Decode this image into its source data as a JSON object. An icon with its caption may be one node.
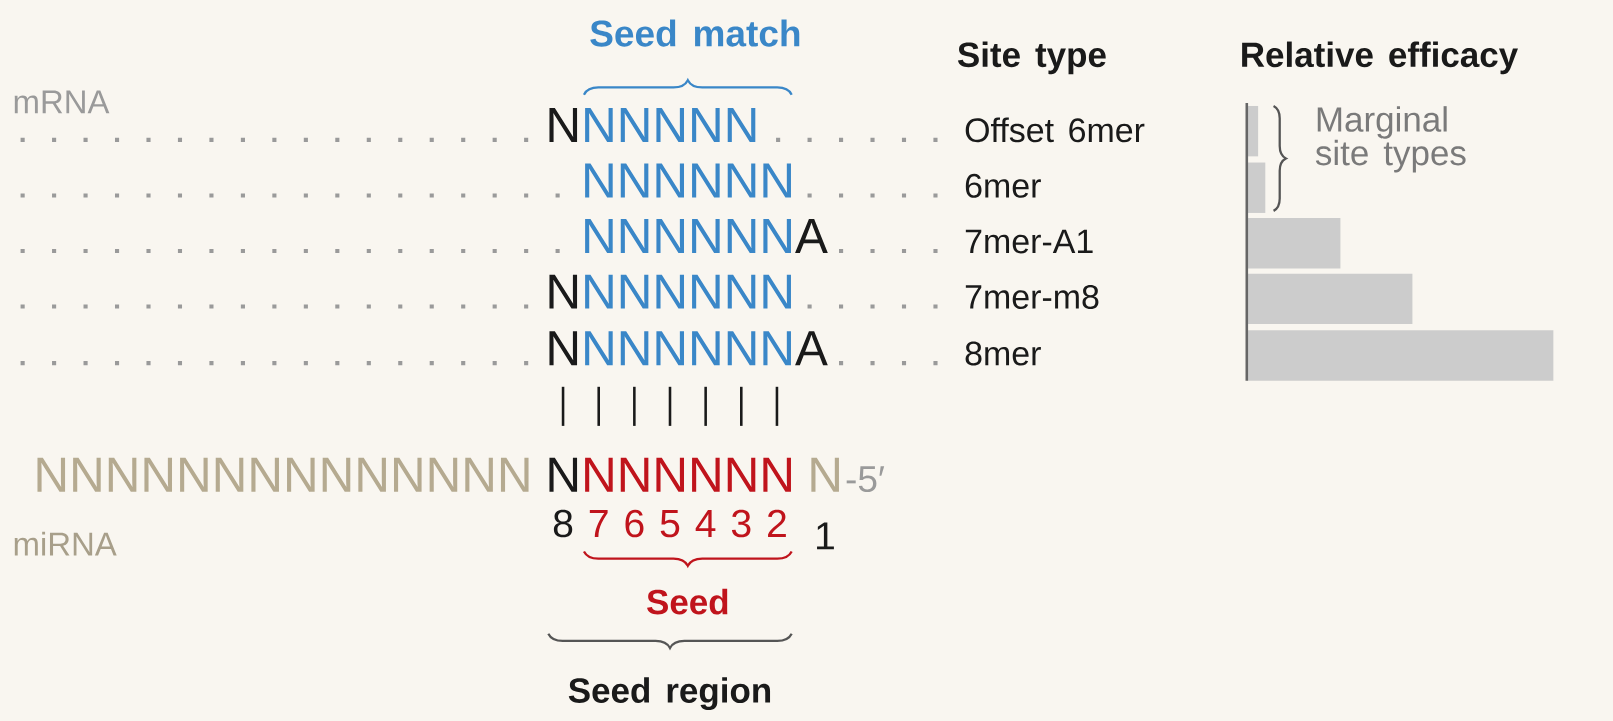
{
  "diagram": {
    "labels": [
      "Seed match",
      "Site type",
      "Relative efficacy",
      "mRNA",
      "N",
      "NNNNN",
      "Offset 6mer",
      "Marginal site types",
      "NNNNNN",
      "6mer",
      "NNNNNN",
      "A",
      "7mer-A1",
      "N",
      "NNNNNN",
      "7mer-m8",
      "N",
      "NNNNNN",
      "A",
      "8mer",
      "NNNNNNNNNNNNNN",
      "N",
      "NNNNNN",
      "N",
      "-5′",
      "miRNA",
      "8",
      "7",
      "6",
      "5",
      "4",
      "3",
      "2",
      "1",
      "Seed",
      "Seed region"
    ]
  }
}
